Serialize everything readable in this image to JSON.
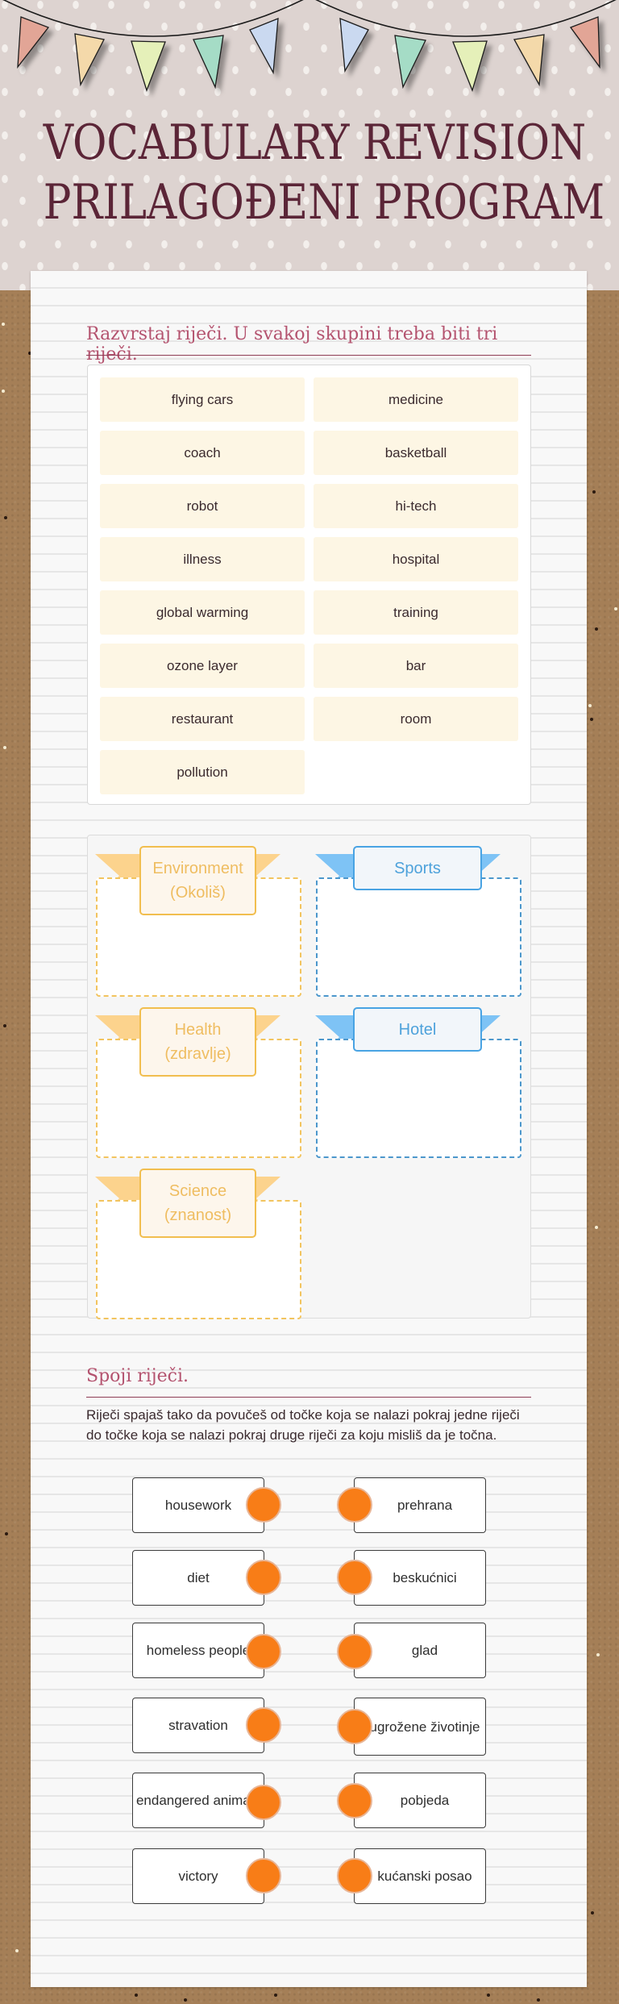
{
  "header": {
    "title_line1": "VOCABULARY REVISION",
    "title_line2": "PRILAGOĐENI PROGRAM",
    "bunting_colors": [
      "#e2a596",
      "#f4d9aa",
      "#e5f0b9",
      "#a5dcc6",
      "#cad9f0",
      "#cad9f0",
      "#a5dcc6",
      "#e5f0b9",
      "#f4d9aa",
      "#e2a596"
    ]
  },
  "sort_activity": {
    "heading": "Razvrstaj riječi. U svakoj skupini treba biti tri riječi.",
    "words": [
      "flying cars",
      "medicine",
      "coach",
      "basketball",
      "robot",
      "hi-tech",
      "illness",
      "hospital",
      "global warming",
      "training",
      "ozone layer",
      "bar",
      "restaurant",
      "room",
      "pollution"
    ],
    "categories": [
      {
        "label": "Environment (Okoliš)",
        "color": "orange"
      },
      {
        "label": "Sports",
        "color": "blue"
      },
      {
        "label": "Health (zdravlje)",
        "color": "orange"
      },
      {
        "label": "Hotel",
        "color": "blue"
      },
      {
        "label": "Science (znanost)",
        "color": "orange"
      }
    ]
  },
  "match_activity": {
    "heading": "Spoji riječi.",
    "instructions": "Riječi spajaš tako da povučeš od točke koja se nalazi pokraj jedne riječi do točke koja se nalazi pokraj druge riječi za koju misliš da je točna.",
    "left_items": [
      "housework",
      "diet",
      "homeless people",
      "stravation",
      "endangered animals",
      "victory"
    ],
    "right_items": [
      "prehrana",
      "beskućnici",
      "glad",
      "ugrožene životinje",
      "pobjeda",
      "kućanski posao"
    ],
    "dot_color": "#f87d17"
  },
  "colors": {
    "title": "#5b2537",
    "heading": "#b4536f",
    "chip_bg": "#fdf6e4",
    "orange_accent": "#f1be4f",
    "blue_accent": "#49a3e3"
  }
}
